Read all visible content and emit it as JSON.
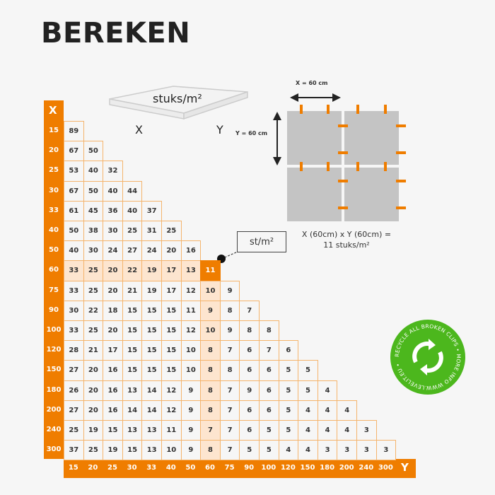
{
  "title": "BEREKEN",
  "axis": {
    "x_label": "X",
    "y_label": "Y",
    "x_values": [
      "15",
      "20",
      "25",
      "30",
      "33",
      "40",
      "50",
      "60",
      "75",
      "90",
      "100",
      "120",
      "150",
      "180",
      "200",
      "240",
      "300"
    ],
    "y_values": [
      "15",
      "20",
      "25",
      "30",
      "33",
      "40",
      "50",
      "60",
      "75",
      "90",
      "100",
      "120",
      "150",
      "180",
      "200",
      "240",
      "300"
    ]
  },
  "table": {
    "rows": [
      [
        "89"
      ],
      [
        "67",
        "50"
      ],
      [
        "53",
        "40",
        "32"
      ],
      [
        "67",
        "50",
        "40",
        "44"
      ],
      [
        "61",
        "45",
        "36",
        "40",
        "37"
      ],
      [
        "50",
        "38",
        "30",
        "25",
        "31",
        "25"
      ],
      [
        "40",
        "30",
        "24",
        "27",
        "24",
        "20",
        "16"
      ],
      [
        "33",
        "25",
        "20",
        "22",
        "19",
        "17",
        "13",
        "11"
      ],
      [
        "33",
        "25",
        "20",
        "21",
        "19",
        "17",
        "12",
        "10",
        "9"
      ],
      [
        "30",
        "22",
        "18",
        "15",
        "15",
        "15",
        "11",
        "9",
        "8",
        "7"
      ],
      [
        "33",
        "25",
        "20",
        "15",
        "15",
        "15",
        "12",
        "10",
        "9",
        "8",
        "8"
      ],
      [
        "28",
        "21",
        "17",
        "15",
        "15",
        "15",
        "10",
        "8",
        "7",
        "6",
        "7",
        "6"
      ],
      [
        "27",
        "20",
        "16",
        "15",
        "15",
        "15",
        "10",
        "8",
        "8",
        "6",
        "6",
        "5",
        "5"
      ],
      [
        "26",
        "20",
        "16",
        "13",
        "14",
        "12",
        "9",
        "8",
        "7",
        "9",
        "6",
        "5",
        "5",
        "4"
      ],
      [
        "27",
        "20",
        "16",
        "14",
        "14",
        "12",
        "9",
        "8",
        "7",
        "6",
        "6",
        "5",
        "4",
        "4",
        "4"
      ],
      [
        "25",
        "19",
        "15",
        "13",
        "13",
        "11",
        "9",
        "7",
        "7",
        "6",
        "5",
        "5",
        "4",
        "4",
        "4",
        "3"
      ],
      [
        "37",
        "25",
        "19",
        "15",
        "13",
        "10",
        "9",
        "8",
        "7",
        "5",
        "5",
        "4",
        "4",
        "3",
        "3",
        "3",
        "3"
      ]
    ],
    "highlight_index": 7
  },
  "slab": {
    "label": "stuks/m²",
    "x": "X",
    "y": "Y"
  },
  "callout": "st/m²",
  "diagram": {
    "x_dim": "X = 60 cm",
    "y_dim": "Y = 60 cm",
    "formula_line1": "X (60cm) x Y (60cm) =",
    "formula_line2": "11 stuks/m²"
  },
  "badge": {
    "text": "RECYCLE ALL BROKEN CLIPS • MORE INFO WWW.LEVELIT.EU •",
    "color": "#4cb71d"
  },
  "colors": {
    "accent": "#ef7d00",
    "highlight": "#fde5cf",
    "tile": "#c4c4c4"
  }
}
